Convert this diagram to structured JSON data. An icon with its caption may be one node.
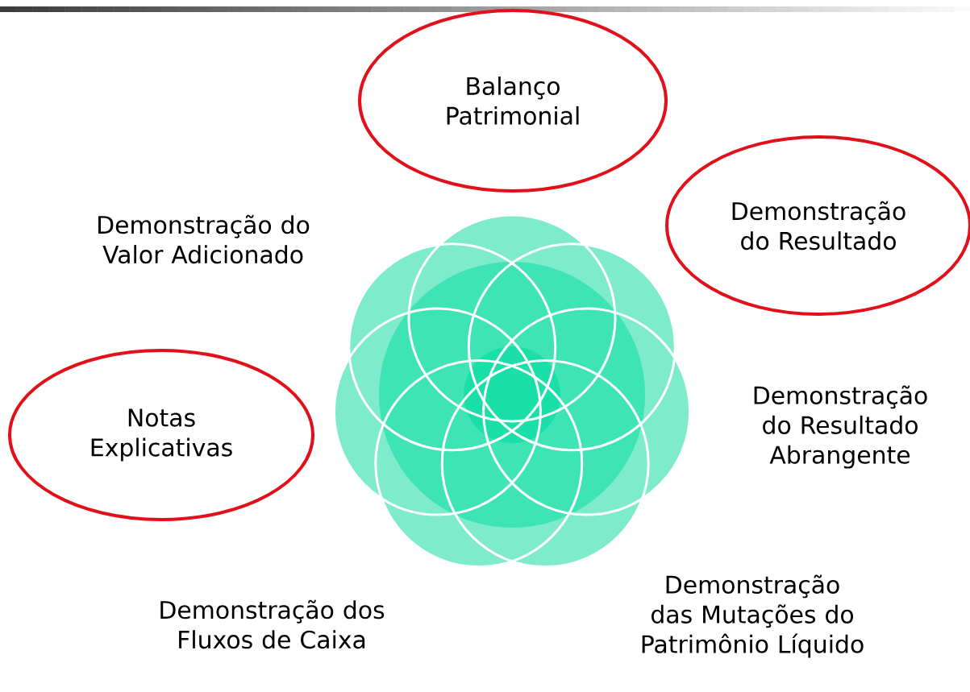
{
  "diagram": {
    "nodes": [
      {
        "text": [
          "Balanço Patrimonial"
        ]
      },
      {
        "text": [
          "Demonstração do Resultado"
        ]
      },
      {
        "text": [
          "Notas Explicativas"
        ]
      }
    ],
    "labels": [
      "Demonstração do Valor Adicionado",
      "Demonstração do Resultado Abrangente",
      "Demonstração das Mutações do Patrimônio Líquido",
      "Demonstração dos Fluxos de Caixa"
    ]
  }
}
